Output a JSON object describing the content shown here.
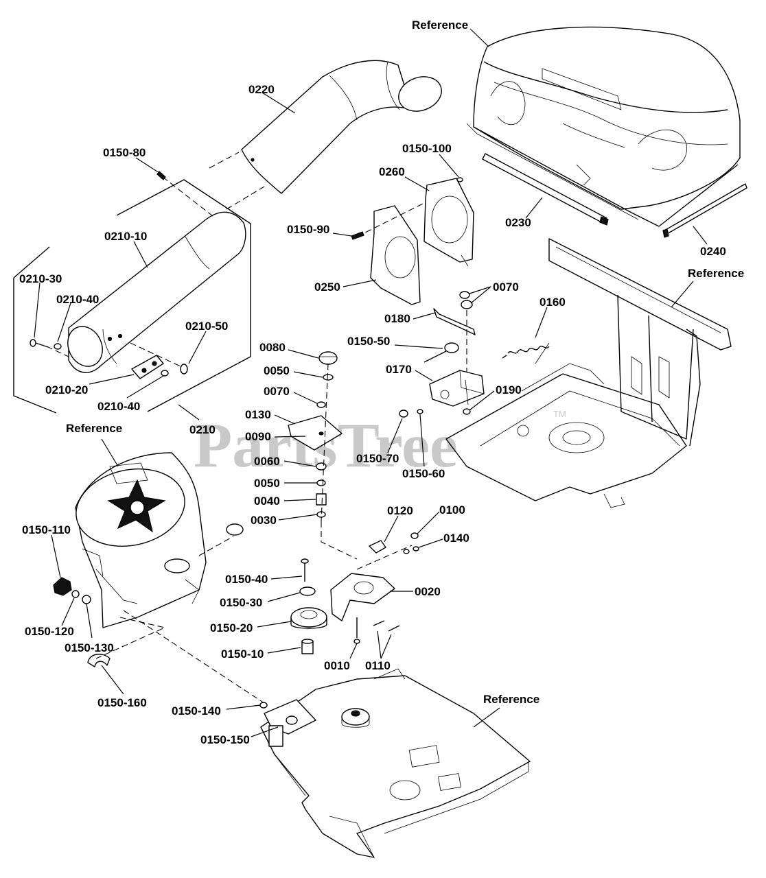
{
  "diagram": {
    "reference_label": "Reference",
    "watermark": {
      "text": "PartsTree",
      "trademark": "TM"
    },
    "parts": {
      "p0220": "0220",
      "p0150_80": "0150-80",
      "p0210_10": "0210-10",
      "p0210_30": "0210-30",
      "p0210_40a": "0210-40",
      "p0210_50": "0210-50",
      "p0210_20": "0210-20",
      "p0210_40b": "0210-40",
      "p0210": "0210",
      "p0150_100": "0150-100",
      "p0260": "0260",
      "p0150_90": "0150-90",
      "p0250": "0250",
      "p0230": "0230",
      "p0240": "0240",
      "p0070a": "0070",
      "p0180": "0180",
      "p0160": "0160",
      "p0150_50": "0150-50",
      "p0080": "0080",
      "p0170": "0170",
      "p0050a": "0050",
      "p0190": "0190",
      "p0070b": "0070",
      "p0130": "0130",
      "p0090": "0090",
      "p0150_70": "0150-70",
      "p0150_60": "0150-60",
      "p0060": "0060",
      "p0050b": "0050",
      "p0040": "0040",
      "p0030": "0030",
      "p0120": "0120",
      "p0100": "0100",
      "p0140": "0140",
      "p0150_110": "0150-110",
      "p0150_40": "0150-40",
      "p0020": "0020",
      "p0150_30": "0150-30",
      "p0150_20": "0150-20",
      "p0150_120": "0150-120",
      "p0150_130": "0150-130",
      "p0150_10": "0150-10",
      "p0010": "0010",
      "p0110": "0110",
      "p0150_160": "0150-160",
      "p0150_140": "0150-140",
      "p0150_150": "0150-150"
    }
  }
}
